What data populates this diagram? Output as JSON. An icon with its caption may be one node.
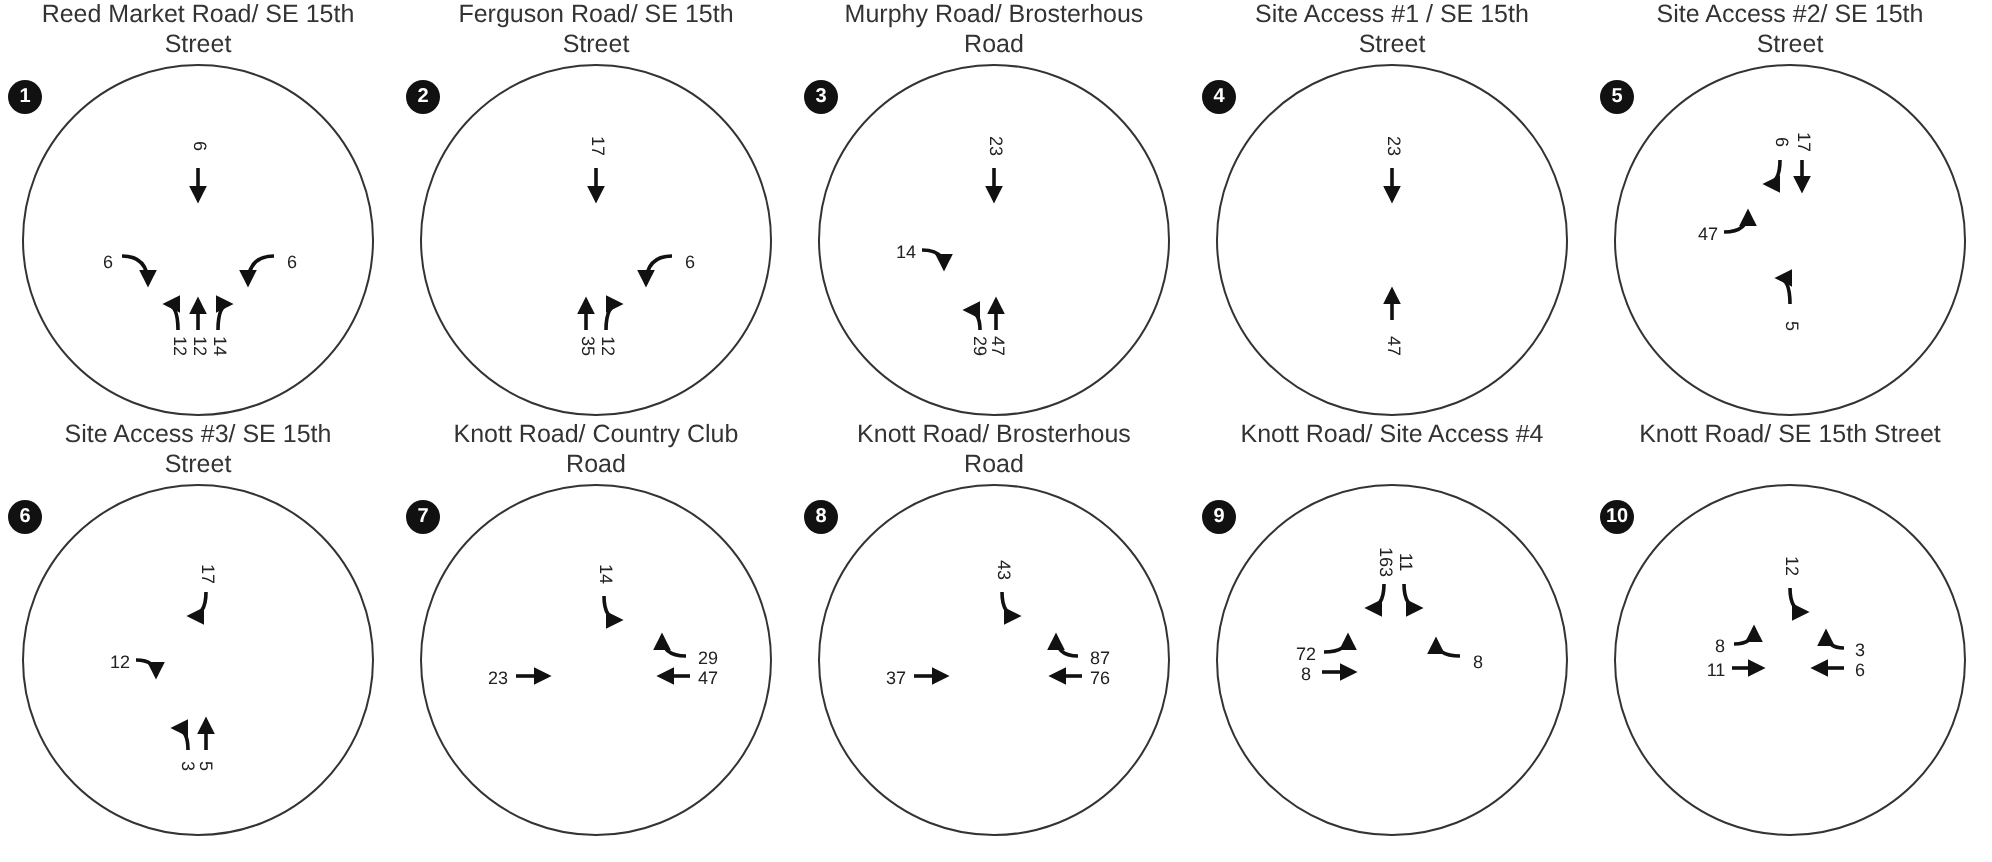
{
  "diagram": {
    "nodes": [
      {
        "text": [
          "Reed Market Road/ SE 15th Street",
          "1",
          "6",
          "6",
          "6",
          "12",
          "12",
          "14"
        ]
      },
      {
        "text": [
          "Ferguson Road/ SE 15th Street",
          "2",
          "17",
          "6",
          "35",
          "12"
        ]
      },
      {
        "text": [
          "Murphy Road/ Brosterhous Road",
          "3",
          "23",
          "14",
          "29",
          "47"
        ]
      },
      {
        "text": [
          "Site Access #1 / SE 15th Street",
          "4",
          "23",
          "47"
        ]
      },
      {
        "text": [
          "Site Access #2/ SE 15th Street",
          "5",
          "6",
          "17",
          "47",
          "5"
        ]
      },
      {
        "text": [
          "Site Access #3/ SE 15th Street",
          "6",
          "17",
          "12",
          "3",
          "5"
        ]
      },
      {
        "text": [
          "Knott Road/ Country Club Road",
          "7",
          "14",
          "29",
          "23",
          "47"
        ]
      },
      {
        "text": [
          "Knott Road/ Brosterhous Road",
          "8",
          "43",
          "87",
          "37",
          "76"
        ]
      },
      {
        "text": [
          "Knott Road/ Site Access #4",
          "9",
          "163",
          "11",
          "72",
          "8",
          "8"
        ]
      },
      {
        "text": [
          "Knott Road/ SE 15th Street",
          "10",
          "12",
          "8",
          "3",
          "11",
          "6"
        ]
      }
    ]
  }
}
